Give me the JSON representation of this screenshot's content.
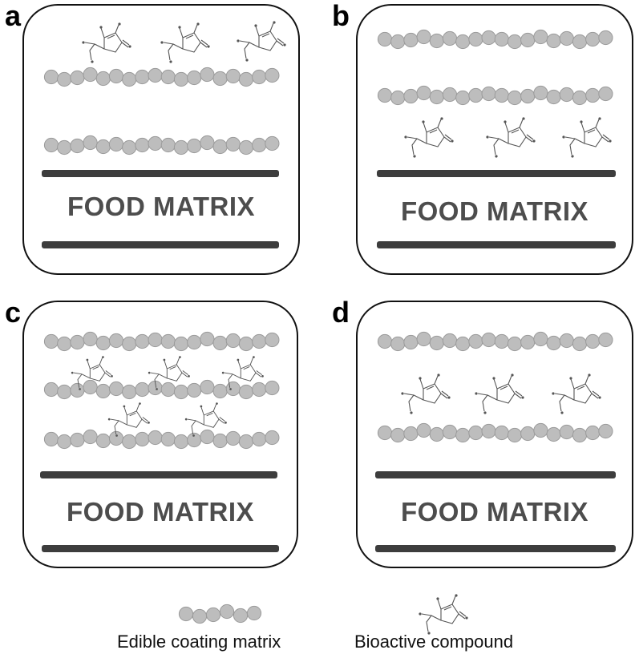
{
  "panels": [
    {
      "label": "a",
      "matrix_label": "FOOD MATRIX"
    },
    {
      "label": "b",
      "matrix_label": "FOOD MATRIX"
    },
    {
      "label": "c",
      "matrix_label": "FOOD MATRIX"
    },
    {
      "label": "d",
      "matrix_label": "FOOD MATRIX"
    }
  ],
  "legend": {
    "coating_label": "Edible coating matrix",
    "compound_label": "Bioactive compound"
  },
  "colors": {
    "bead_fill": "#bdbdbd",
    "bead_stroke": "#9a9a9a",
    "bar": "#3d3d3d",
    "text": "#4d4d4d"
  }
}
